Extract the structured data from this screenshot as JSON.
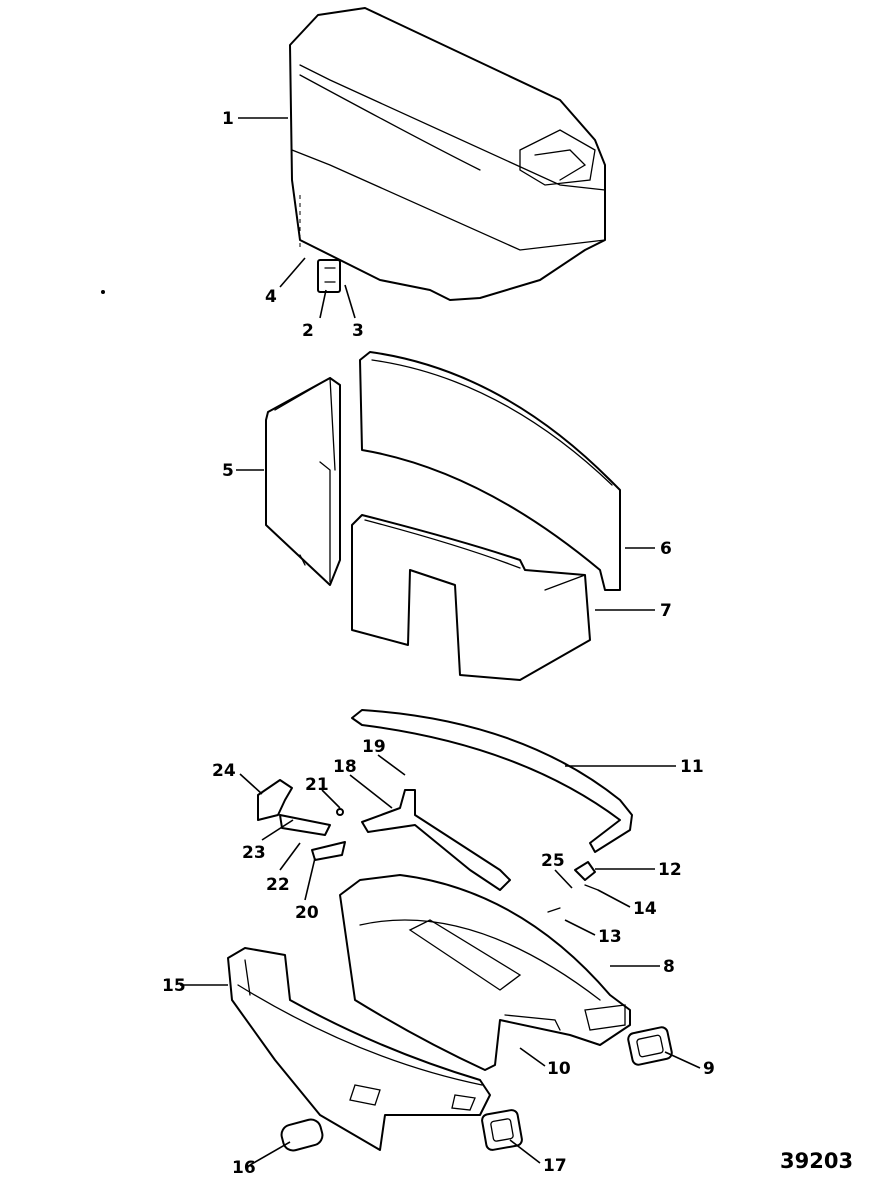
{
  "figure_number": "39203",
  "callouts": [
    "1",
    "2",
    "3",
    "4",
    "5",
    "6",
    "7",
    "8",
    "9",
    "10",
    "11",
    "12",
    "13",
    "14",
    "15",
    "16",
    "17",
    "18",
    "19",
    "20",
    "21",
    "22",
    "23",
    "24",
    "25"
  ]
}
